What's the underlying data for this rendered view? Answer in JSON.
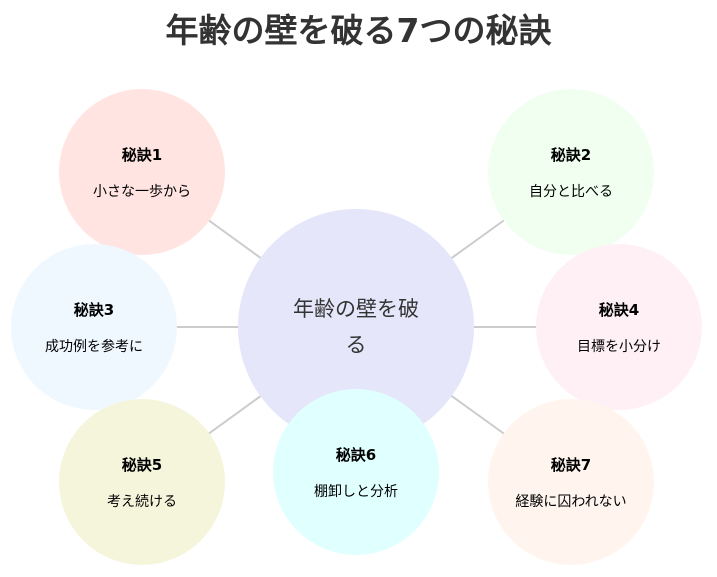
{
  "title": "年齢の壁を破る7つの秘訣",
  "center": {
    "label": "年齢の壁を破る",
    "color": "#e6e6fa"
  },
  "tips": [
    {
      "heading": "秘訣1",
      "text": "小さな一歩から",
      "color": "#ffe4e1"
    },
    {
      "heading": "秘訣2",
      "text": "自分と比べる",
      "color": "#f0fff0"
    },
    {
      "heading": "秘訣3",
      "text": "成功例を参考に",
      "color": "#f0f8ff"
    },
    {
      "heading": "秘訣4",
      "text": "目標を小分け",
      "color": "#fff0f5"
    },
    {
      "heading": "秘訣5",
      "text": "考え続ける",
      "color": "#f5f5dc"
    },
    {
      "heading": "秘訣6",
      "text": "棚卸しと分析",
      "color": "#e0ffff"
    },
    {
      "heading": "秘訣7",
      "text": "経験に囚われない",
      "color": "#fff5ee"
    }
  ]
}
